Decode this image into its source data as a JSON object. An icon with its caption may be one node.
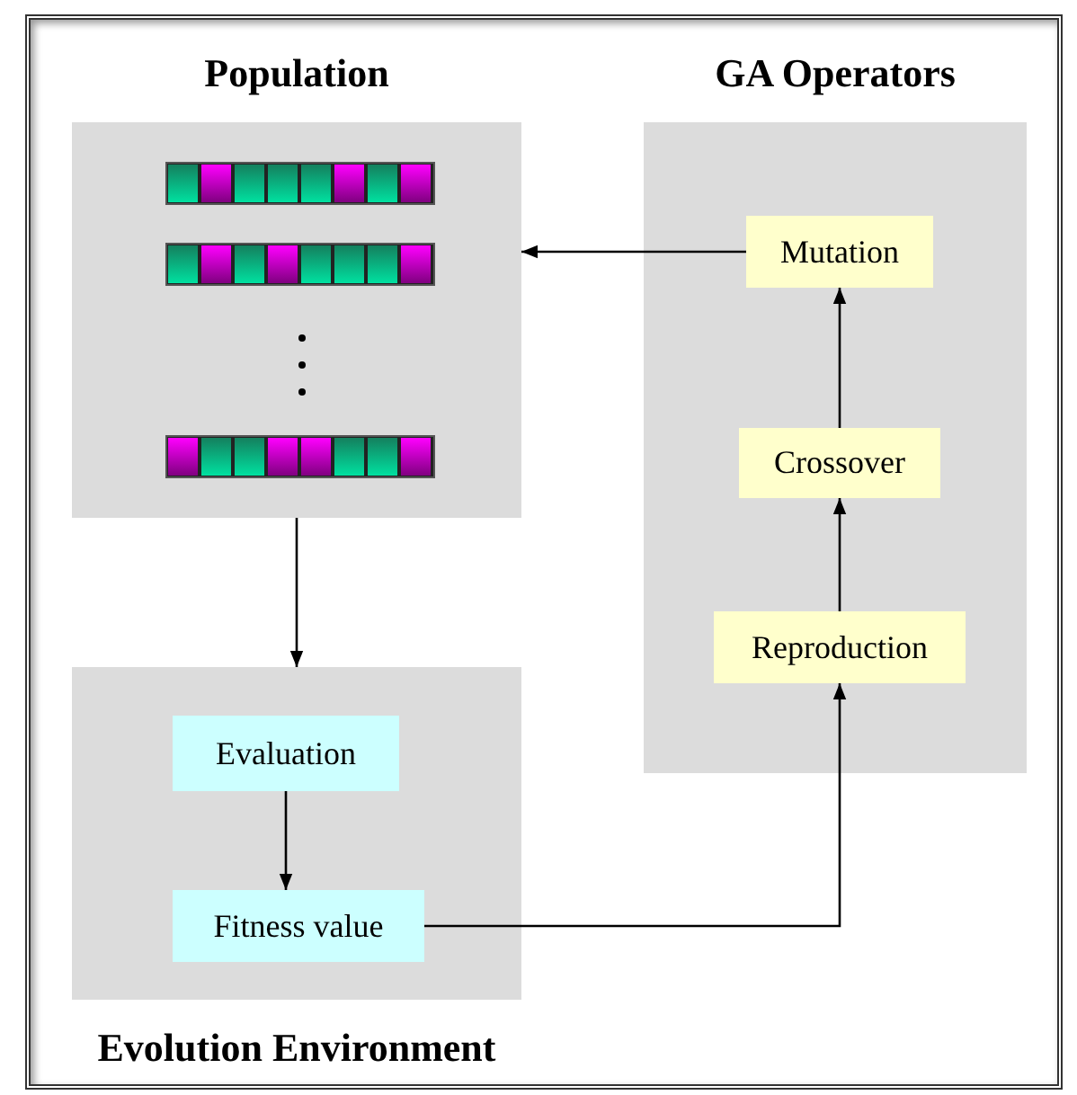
{
  "diagram": {
    "nodes": [
      {
        "text": [
          "Population"
        ]
      },
      {
        "text": [
          "GA Operators"
        ]
      },
      {
        "text": [
          "Mutation"
        ],
        "in": 1
      },
      {
        "text": [
          "Crossover"
        ],
        "in": 1
      },
      {
        "text": [
          "Reproduction"
        ],
        "in": 1
      },
      {
        "text": [
          "Evolution Environment"
        ]
      },
      {
        "text": [
          "Evaluation"
        ],
        "in": 5
      },
      {
        "text": [
          "Fitness value"
        ],
        "in": 5
      }
    ],
    "edges": [
      {
        "from": 2,
        "to": 0,
        "arrow": "to"
      },
      {
        "from": 0,
        "to": 5,
        "arrow": "to"
      },
      {
        "from": 6,
        "to": 7,
        "arrow": "to"
      },
      {
        "from": 7,
        "to": 4,
        "arrow": "to"
      },
      {
        "from": 4,
        "to": 3,
        "arrow": "to"
      },
      {
        "from": 3,
        "to": 2,
        "arrow": "to"
      }
    ]
  }
}
